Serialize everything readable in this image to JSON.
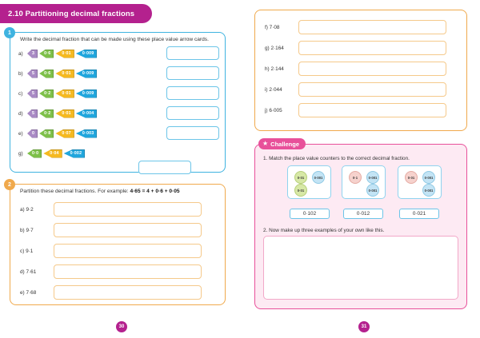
{
  "header": {
    "unit_title": "2.10 Partitioning decimal fractions"
  },
  "left_page": {
    "page_number": "30",
    "q1": {
      "number": "1",
      "instruction": "Write the decimal fraction that can be made using these place value arrow cards.",
      "rows": [
        {
          "label": "a)",
          "cards": [
            {
              "value": "3",
              "color": "purple"
            },
            {
              "value": "0·6",
              "color": "green"
            },
            {
              "value": "0·01",
              "color": "yellow"
            },
            {
              "value": "0·009",
              "color": "blue"
            }
          ]
        },
        {
          "label": "b)",
          "cards": [
            {
              "value": "5",
              "color": "purple"
            },
            {
              "value": "0·6",
              "color": "green"
            },
            {
              "value": "0·01",
              "color": "yellow"
            },
            {
              "value": "0·009",
              "color": "blue"
            }
          ]
        },
        {
          "label": "c)",
          "cards": [
            {
              "value": "5",
              "color": "purple"
            },
            {
              "value": "0·2",
              "color": "green"
            },
            {
              "value": "0·01",
              "color": "yellow"
            },
            {
              "value": "0·009",
              "color": "blue"
            }
          ]
        },
        {
          "label": "d)",
          "cards": [
            {
              "value": "5",
              "color": "purple"
            },
            {
              "value": "0·2",
              "color": "green"
            },
            {
              "value": "0·01",
              "color": "yellow"
            },
            {
              "value": "0·004",
              "color": "blue"
            }
          ]
        },
        {
          "label": "e)",
          "cards": [
            {
              "value": "0",
              "color": "purple"
            },
            {
              "value": "0·8",
              "color": "green"
            },
            {
              "value": "0·07",
              "color": "yellow"
            },
            {
              "value": "0·003",
              "color": "blue"
            }
          ]
        },
        {
          "label": "g)",
          "cards": [
            {
              "value": "0·0",
              "color": "green"
            },
            {
              "value": "0·04",
              "color": "yellow"
            },
            {
              "value": "0·002",
              "color": "blue"
            }
          ]
        }
      ]
    },
    "q2": {
      "number": "2",
      "instruction_plain": "Partition these decimal fractions. For example: ",
      "instruction_bold": "4·65 = 4 + 0·6 + 0·05",
      "items": [
        {
          "label": "a) 9·2"
        },
        {
          "label": "b) 9·7"
        },
        {
          "label": "c) 9·1"
        },
        {
          "label": "d) 7·61"
        },
        {
          "label": "e) 7·68"
        }
      ]
    }
  },
  "right_page": {
    "page_number": "31",
    "q2_continued": {
      "items": [
        {
          "label": "f) 7·08"
        },
        {
          "label": "g) 2·164"
        },
        {
          "label": "h) 2·144"
        },
        {
          "label": "i) 2·044"
        },
        {
          "label": "j) 6·005"
        }
      ]
    },
    "challenge": {
      "tab_label": "Challenge",
      "star_icon": "★",
      "task1": "1. Match the place value counters to the correct decimal fraction.",
      "counter_groups": [
        {
          "counters": [
            {
              "value": "0·01",
              "color": "green"
            },
            {
              "value": "0·001",
              "color": "blue"
            },
            {
              "value": "0·01",
              "color": "green"
            }
          ]
        },
        {
          "counters": [
            {
              "value": "0·1",
              "color": "pink"
            },
            {
              "value": "0·001",
              "color": "blue"
            },
            {
              "value": "0·001",
              "color": "blue"
            }
          ]
        },
        {
          "counters": [
            {
              "value": "0·01",
              "color": "pink"
            },
            {
              "value": "0·001",
              "color": "blue"
            },
            {
              "value": "0·001",
              "color": "blue"
            }
          ]
        }
      ],
      "fraction_labels": [
        "0·102",
        "0·012",
        "0·021"
      ],
      "task2": "2. Now make up three examples of your own like this."
    }
  },
  "colors": {
    "magenta": "#b4218e",
    "blue": "#3fb3e0",
    "orange": "#f0a94c",
    "pink": "#e8509a",
    "card_purple": "#a98ac4",
    "card_green": "#7ec04a",
    "card_yellow": "#f5b921",
    "card_blue": "#21a6dd"
  }
}
